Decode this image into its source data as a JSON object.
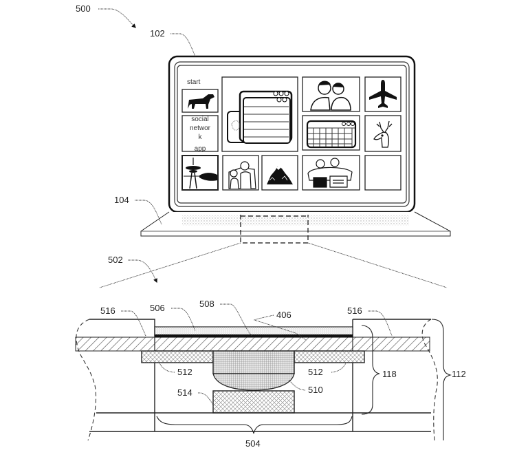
{
  "figure": {
    "reference_labels": {
      "figure": "500",
      "device": "102",
      "keyboard_base": "104",
      "detail_view": "502",
      "button_region": "504",
      "cover_layer": "506",
      "adhesive_layer": "508",
      "substrate": "406",
      "plunger": "510",
      "support": "512",
      "switch": "514",
      "housing_layer_left": "516",
      "housing_layer_right": "516",
      "support_left": "512",
      "support_right": "512",
      "stack_height": "118",
      "total_height": "112"
    },
    "screen": {
      "start_label": "start",
      "tiles": [
        {
          "name": "dog",
          "icon": "dog-icon"
        },
        {
          "name": "windows",
          "icon": "app-windows-icon"
        },
        {
          "name": "couple",
          "icon": "couple-photo-icon"
        },
        {
          "name": "airplane",
          "icon": "airplane-icon"
        },
        {
          "name": "social",
          "text_lines": [
            "social",
            "networ",
            "k",
            "app"
          ]
        },
        {
          "name": "calendar",
          "icon": "calendar-icon"
        },
        {
          "name": "deer",
          "icon": "deer-icon"
        },
        {
          "name": "space-needle",
          "icon": "space-needle-icon"
        },
        {
          "name": "family",
          "icon": "family-photo-icon"
        },
        {
          "name": "mountain",
          "icon": "mountain-icon"
        },
        {
          "name": "group",
          "icon": "group-photo-icon"
        },
        {
          "name": "empty",
          "icon": ""
        }
      ]
    }
  }
}
